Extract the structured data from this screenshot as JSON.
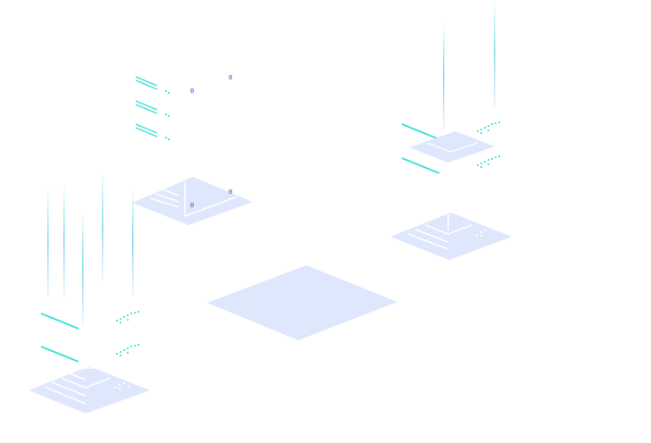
{
  "digits": [
    "0",
    "0",
    "0",
    "0"
  ],
  "colors": {
    "platform": "#dfe7fd",
    "platform_line": "#ffffff",
    "accent_cyan": "#3ee0d8",
    "beam_blue": "#9ec6ef",
    "digit_blue": "#3b46c9"
  }
}
